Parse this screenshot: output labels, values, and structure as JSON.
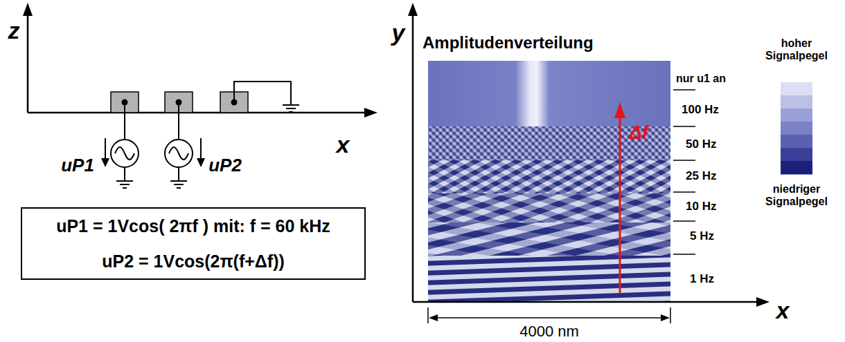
{
  "diagram": {
    "nodes": [
      {
        "text": [
          "uP1 = 1Vcos( 2πf ) mit: f = 60 kHz",
          "uP2 = 1Vcos(2π(f+Δf))"
        ]
      }
    ],
    "labels": [
      "z",
      "x",
      "uP1",
      "uP2",
      "y",
      "Amplitudenverteilung",
      "nur u1 an",
      "100 Hz",
      "50 Hz",
      "25 Hz",
      "10 Hz",
      "5 Hz",
      "1 Hz",
      "Δf",
      "4000 nm",
      "x",
      "hoher Signalpegel",
      "niedriger Signalpegel"
    ]
  }
}
